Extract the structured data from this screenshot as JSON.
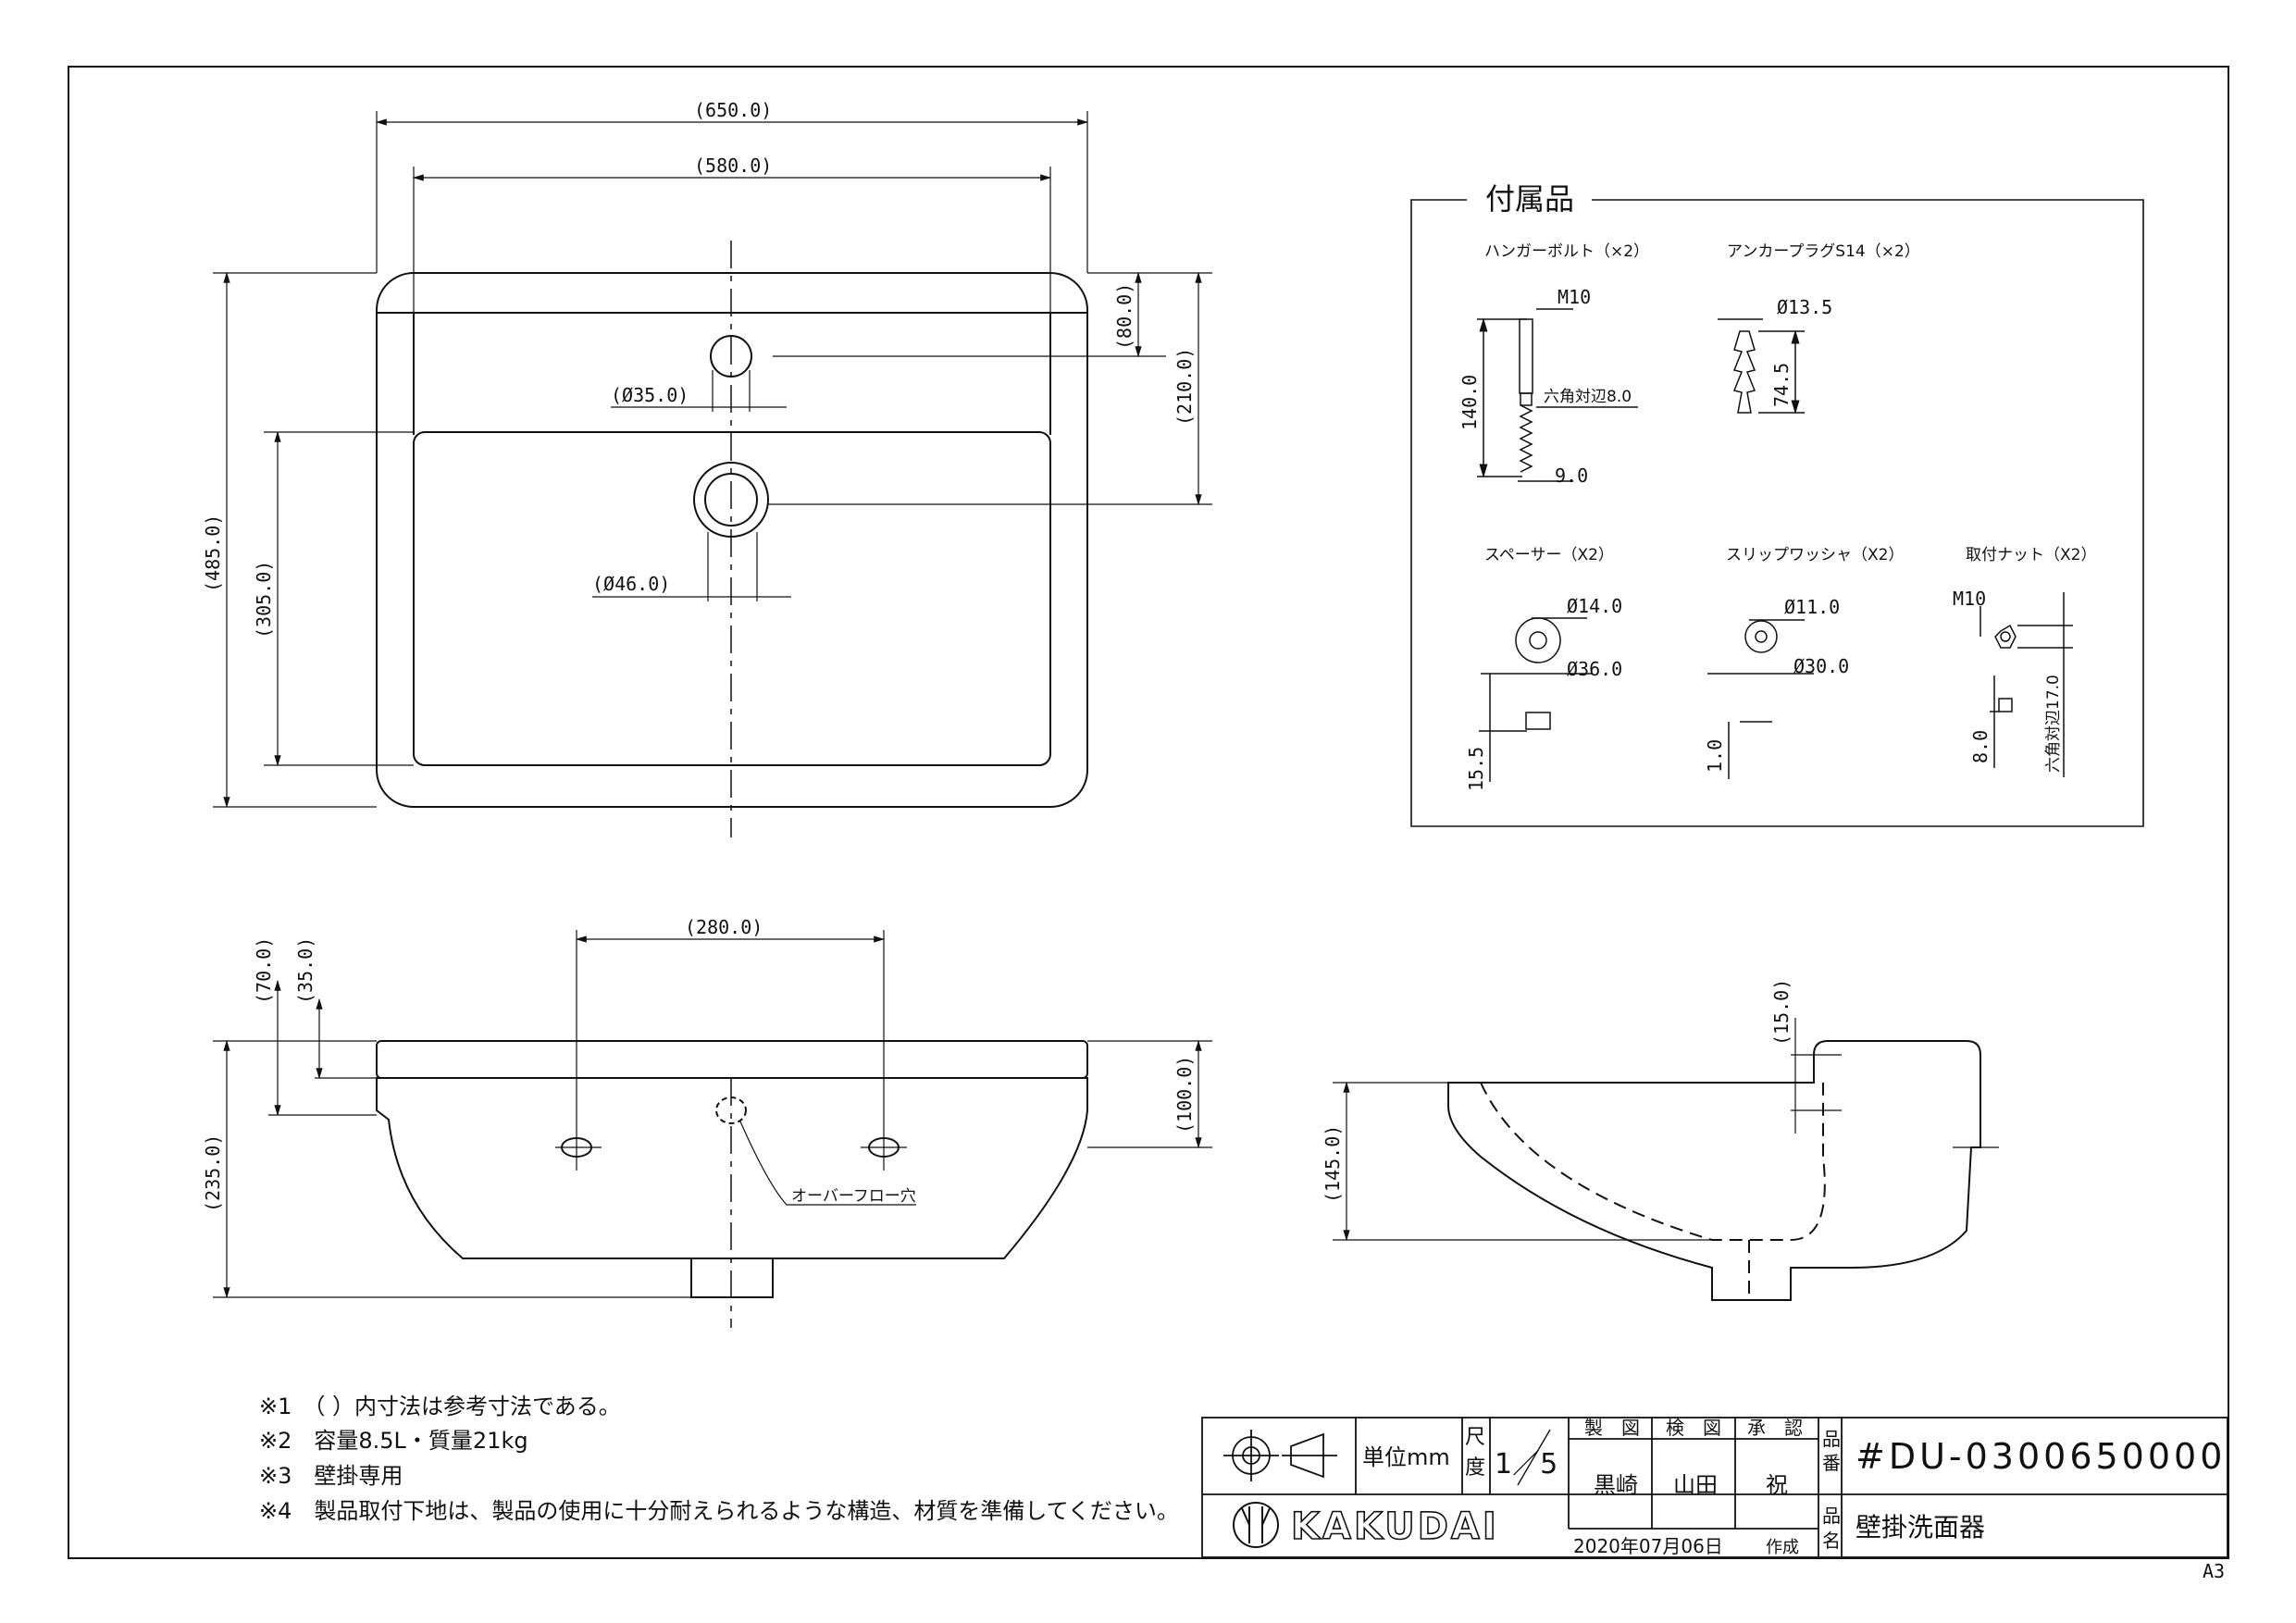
{
  "sheet_size": "A3",
  "top_view": {
    "dims": {
      "overall_width": "(650.0)",
      "inner_width": "(580.0)",
      "overall_depth": "(485.0)",
      "basin_depth": "(305.0)",
      "faucet_hole_dia": "(Ø35.0)",
      "drain_hole_dia": "(Ø46.0)",
      "faucet_offset": "(80.0)",
      "drain_offset": "(210.0)"
    }
  },
  "front_view": {
    "dims": {
      "height": "(235.0)",
      "rim_height": "(70.0)",
      "rim_step": "(35.0)",
      "bracket_spacing": "(280.0)",
      "rim_side": "(100.0)"
    },
    "overflow_label": "オーバーフロー穴"
  },
  "side_view": {
    "dims": {
      "depth": "(145.0)",
      "offset": "(15.0)"
    }
  },
  "accessories": {
    "title": "付属品",
    "items": {
      "hanger_bolt": {
        "label": "ハンガーボルト（×2）",
        "dims": [
          "M10",
          "140.0",
          "六角対辺8.0",
          "9.0"
        ]
      },
      "anchor_plug": {
        "label": "アンカープラグS14（×2）",
        "dims": [
          "Ø13.5",
          "74.5"
        ]
      },
      "spacer": {
        "label": "スペーサー（X2）",
        "dims": [
          "Ø14.0",
          "Ø36.0",
          "15.5"
        ]
      },
      "slip_washer": {
        "label": "スリップワッシャ（X2）",
        "dims": [
          "Ø11.0",
          "Ø30.0",
          "1.0"
        ]
      },
      "mounting_nut": {
        "label": "取付ナット（X2）",
        "dims": [
          "M10",
          "8.0",
          "六角対辺17.0"
        ]
      }
    }
  },
  "notes": [
    "※1　（ ）内寸法は参考寸法である。",
    "※2　容量8.5L・質量21kg",
    "※3　壁掛専用",
    "※4　製品取付下地は、製品の使用に十分耐えられるような構造、材質を準備してください。"
  ],
  "title_block": {
    "unit_label": "単位mm",
    "scale_label": "尺度",
    "scale_value": "1／5",
    "roles": [
      "製　図",
      "検　図",
      "承　認"
    ],
    "names": [
      "黒崎",
      "山田",
      "祝"
    ],
    "part_no_label": "品番",
    "part_no": "#DU-0300650000",
    "name_label": "品名",
    "product_name": "壁掛洗面器",
    "date": "2020年07月06日",
    "date_suffix": "作成",
    "brand": "KAKUDAI"
  }
}
